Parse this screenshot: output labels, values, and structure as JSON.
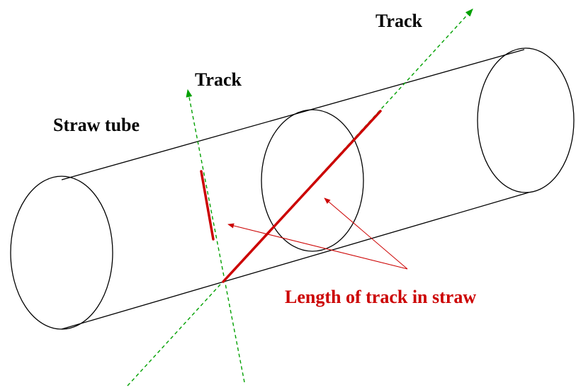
{
  "labels": {
    "track_top": "Track",
    "track_left": "Track",
    "straw_tube": "Straw tube",
    "length_of_track": "Length of track in straw"
  },
  "colors": {
    "outline": "#000000",
    "track_line": "#00a000",
    "track_segment": "#cc0000",
    "annotation": "#cc0000"
  }
}
